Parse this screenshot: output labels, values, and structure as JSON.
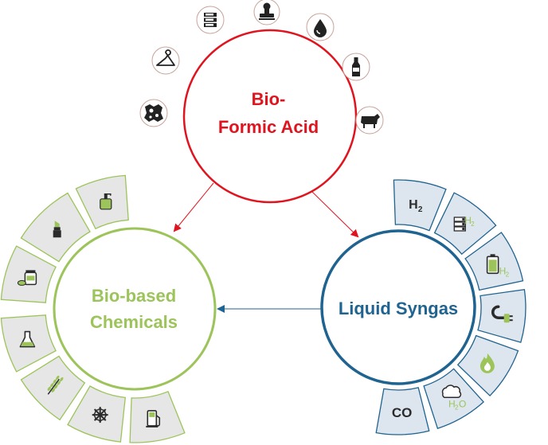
{
  "center": {
    "line1": "Bio-",
    "line2": "Formic Acid",
    "color": "#e0141e",
    "satellite_icons": [
      "server-rack-icon",
      "stamp-icon",
      "drop-icon",
      "bottle-icon",
      "cow-icon",
      "animal-hide-icon",
      "hanger-icon"
    ]
  },
  "left": {
    "line1": "Bio-based",
    "line2": "Chemicals",
    "color": "#9cc45a",
    "segment_fill": "#e6e6e6",
    "segments": [
      {
        "icon": "soap-dispenser-icon"
      },
      {
        "icon": "lipstick-icon"
      },
      {
        "icon": "pills-jar-icon"
      },
      {
        "icon": "flask-icon"
      },
      {
        "icon": "wheat-icon"
      },
      {
        "icon": "snowflake-icon"
      },
      {
        "icon": "fuel-pump-icon"
      }
    ]
  },
  "right": {
    "line1": "Liquid Syngas",
    "color": "#1f6390",
    "segment_fill": "#dde6ee",
    "segments": [
      {
        "icon": "h2-label",
        "text": "H",
        "sub": "2"
      },
      {
        "icon": "server-h2-icon",
        "sub_text": "H",
        "sub": "2"
      },
      {
        "icon": "battery-h2-icon",
        "sub_text": "H",
        "sub": "2"
      },
      {
        "icon": "plug-icon"
      },
      {
        "icon": "flame-icon"
      },
      {
        "icon": "cloud-h2o-icon",
        "sub_text": "H",
        "sub": "2",
        "sub2": "O"
      },
      {
        "icon": "co-label",
        "text": "CO"
      }
    ]
  },
  "arrows": {
    "red": "#e0141e",
    "blue": "#1f6390"
  }
}
